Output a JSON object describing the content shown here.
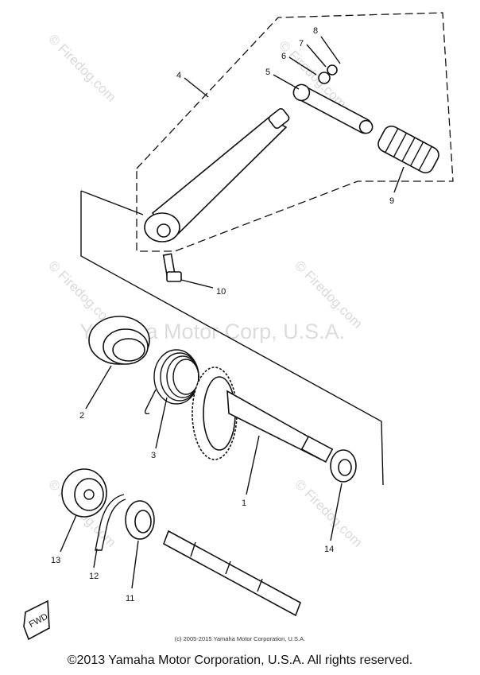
{
  "watermarks": {
    "main": "Yamaha Motor Corp, U.S.A.",
    "side": "© Firedog.com"
  },
  "callouts": {
    "p1": "1",
    "p2": "2",
    "p3": "3",
    "p4": "4",
    "p5": "5",
    "p6": "6",
    "p7": "7",
    "p8": "8",
    "p9": "9",
    "p10": "10",
    "p11": "11",
    "p12": "12",
    "p13": "13",
    "p14": "14"
  },
  "direction_mark": "FWD",
  "credit_small": "(c) 2005-2015 Yamaha Motor Corporation, U.S.A.",
  "copyright": "©2013 Yamaha Motor Corporation, U.S.A. All rights reserved."
}
